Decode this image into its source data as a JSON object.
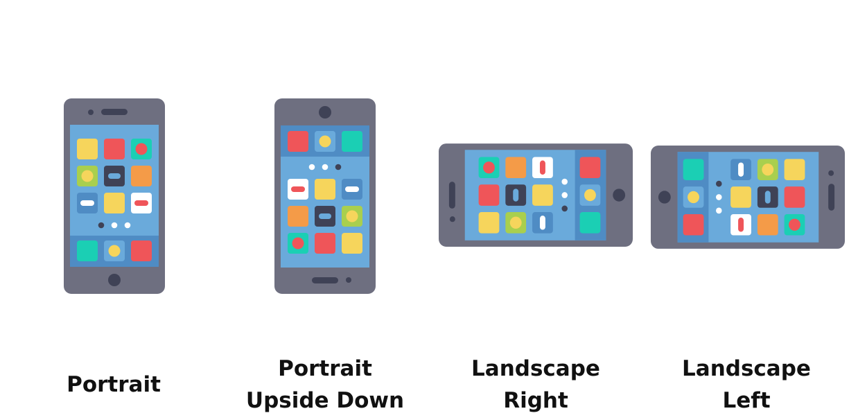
{
  "colors": {
    "body": "#6e6f80",
    "screen": "#6aaadb",
    "dock": "#4f8cc4",
    "dark": "#3f4256",
    "yellow": "#f6d55c",
    "red": "#ef5559",
    "orange": "#f49b48",
    "teal": "#1bcfb4",
    "green": "#a9cf4e",
    "white": "#ffffff"
  },
  "orientations": [
    {
      "id": "portrait",
      "lines": [
        "Portrait"
      ]
    },
    {
      "id": "portrait-upside-down",
      "lines": [
        "Portrait",
        "Upside Down"
      ]
    },
    {
      "id": "landscape-right",
      "lines": [
        "Landscape",
        "Right"
      ]
    },
    {
      "id": "landscape-left",
      "lines": [
        "Landscape",
        "Left"
      ]
    }
  ]
}
